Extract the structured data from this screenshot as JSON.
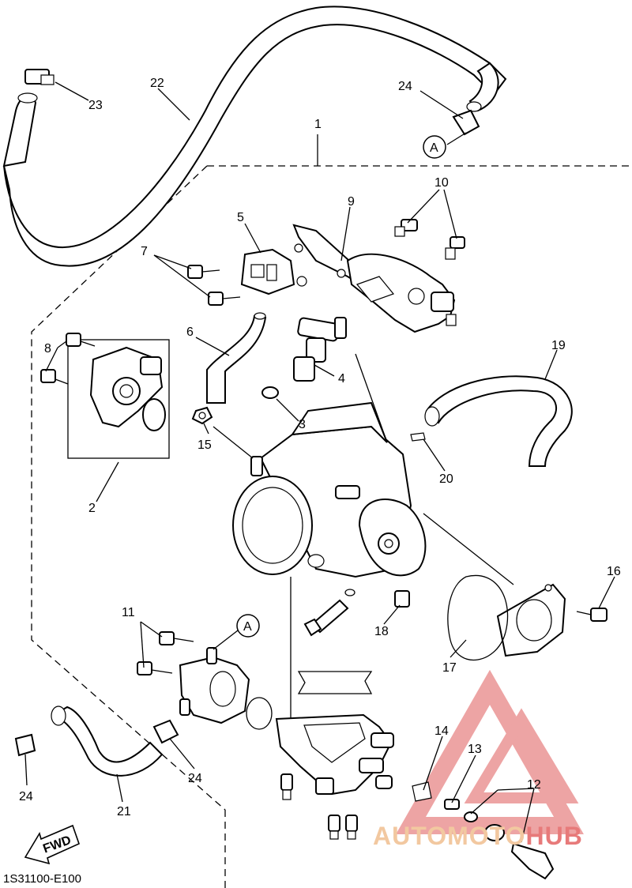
{
  "diagram": {
    "callouts": [
      "1",
      "2",
      "3",
      "4",
      "5",
      "6",
      "7",
      "8",
      "9",
      "10",
      "11",
      "12",
      "13",
      "14",
      "15",
      "16",
      "17",
      "18",
      "19",
      "20",
      "21",
      "22",
      "23",
      "24",
      "24",
      "A",
      "A"
    ],
    "fwd_label": "FWD",
    "figure_code": "1S31100-E100"
  },
  "watermark": {
    "part1": "AUTO",
    "part2": "MOTO",
    "part3": "HUB",
    "color_red": "#e05a5a",
    "color_orange": "#f2c8a0"
  }
}
